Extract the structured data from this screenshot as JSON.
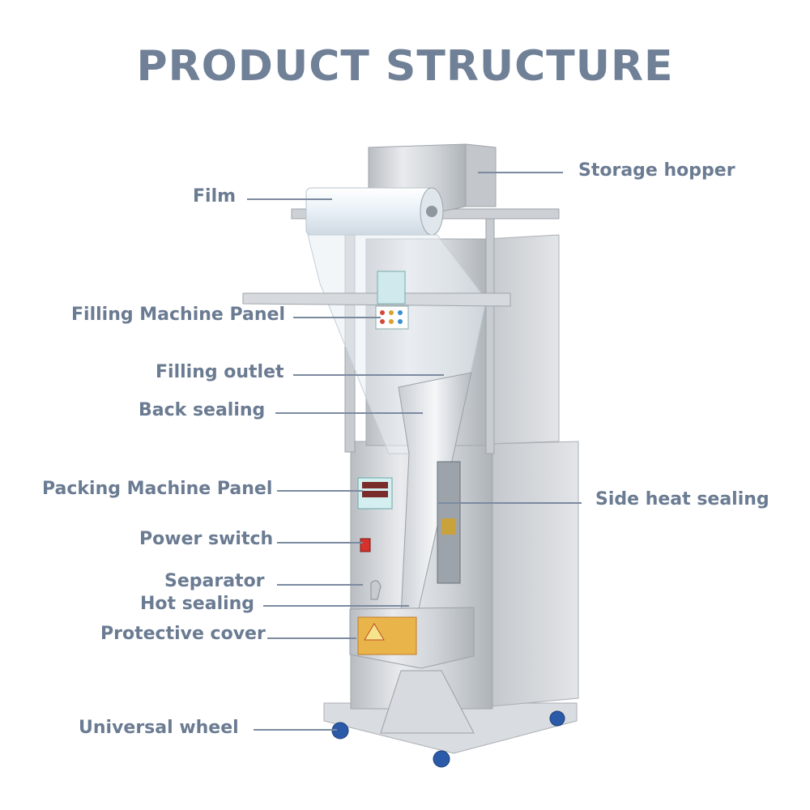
{
  "title": "PRODUCT STRUCTURE",
  "colors": {
    "title": "#6f8097",
    "label": "#6a7b92",
    "leader": "#7c8aa0"
  },
  "labels": {
    "film": "Film",
    "storage_hopper": "Storage hopper",
    "filling_machine_panel": "Filling Machine Panel",
    "filling_outlet": "Filling outlet",
    "back_sealing": "Back sealing",
    "packing_machine_panel": "Packing Machine Panel",
    "side_heat_sealing": "Side heat sealing",
    "power_switch": "Power switch",
    "separator": "Separator",
    "hot_sealing": "Hot sealing",
    "protective_cover": "Protective cover",
    "universal_wheel": "Universal wheel"
  }
}
